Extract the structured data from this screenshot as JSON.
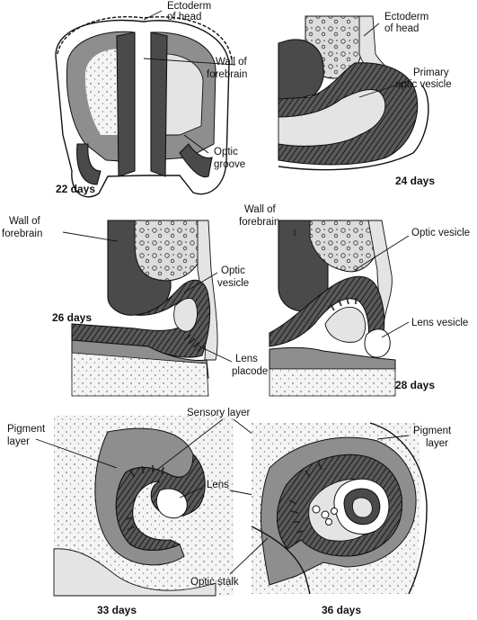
{
  "panels": [
    {
      "age": "22 days",
      "labels": {
        "ectoderm": "Ectoderm\nof head",
        "wall": "Wall of\nforebrain",
        "groove": "Optic\ngroove"
      }
    },
    {
      "age": "24 days",
      "labels": {
        "ectoderm": "Ectoderm\nof head",
        "vesicle": "Primary\noptic vesicle"
      }
    },
    {
      "age": "26 days",
      "labels": {
        "wall": "Wall of\nforebrain",
        "vesicle": "Optic\nvesicle",
        "placode": "Lens\nplacode"
      }
    },
    {
      "age": "28 days",
      "labels": {
        "wall": "Wall of\nforebrain",
        "vesicle": "Optic vesicle",
        "lensVesicle": "Lens vesicle"
      }
    },
    {
      "age": "33 days",
      "labels": {
        "pigment": "Pigment\nlayer",
        "sensory": "Sensory layer",
        "lens": "Lens"
      }
    },
    {
      "age": "36 days",
      "labels": {
        "pigment": "Pigment\nlayer",
        "stalk": "Optic stalk"
      }
    }
  ],
  "colors": {
    "ink": "#111111",
    "tissue_dark": "#4a4a4a",
    "tissue_mid": "#8e8e8e",
    "tissue_light": "#e4e4e4"
  }
}
